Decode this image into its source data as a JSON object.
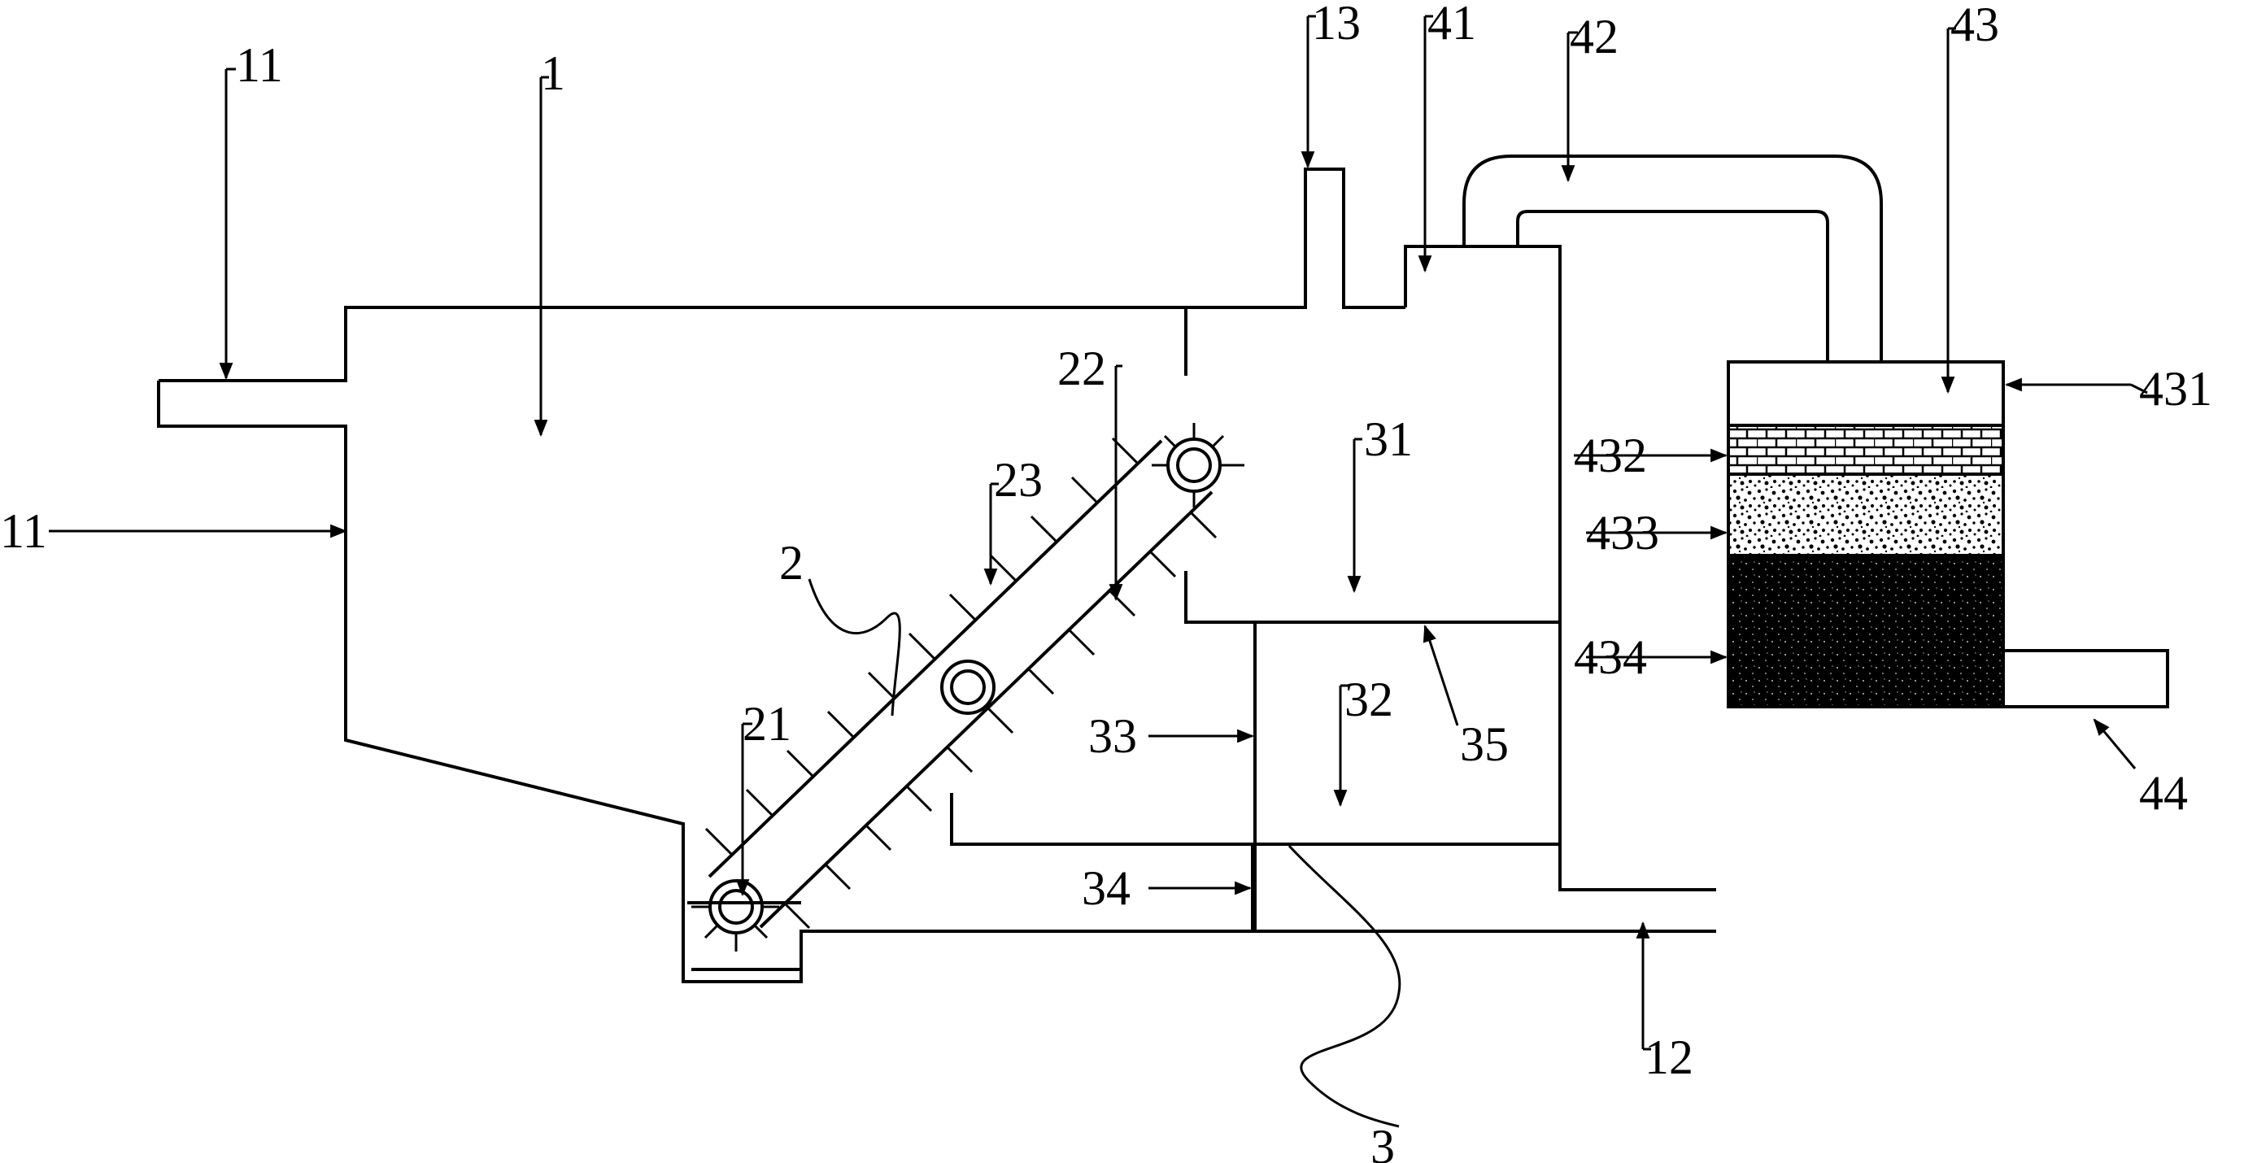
{
  "labels": {
    "l11_top": "11",
    "l1": "1",
    "l13": "13",
    "l41": "41",
    "l42": "42",
    "l43": "43",
    "l431": "431",
    "l22": "22",
    "l23": "23",
    "l31": "31",
    "l432": "432",
    "l433": "433",
    "l11_left": "11",
    "l2": "2",
    "l434": "434",
    "l21": "21",
    "l33": "33",
    "l32": "32",
    "l35": "35",
    "l34": "34",
    "l44": "44",
    "l12": "12",
    "l3": "3"
  },
  "colors": {
    "line": "#000000",
    "background": "#ffffff"
  }
}
